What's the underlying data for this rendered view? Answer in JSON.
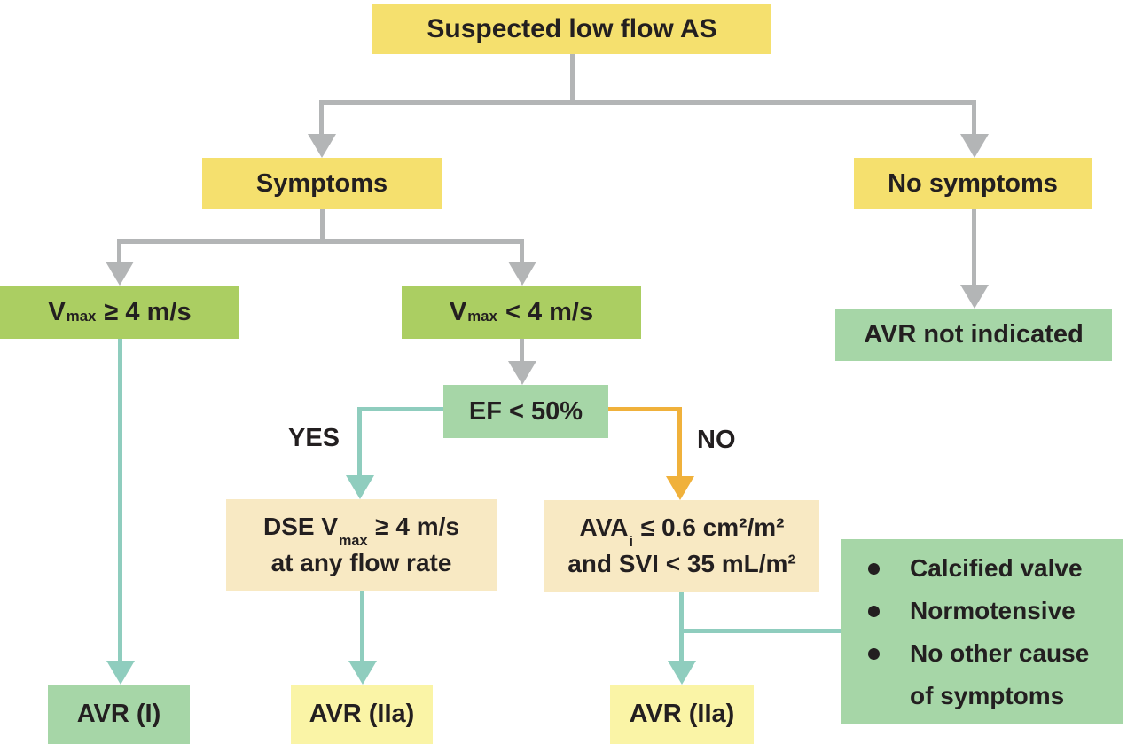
{
  "diagram_title": "Suspected low flow AS",
  "colors": {
    "yellow": "#F5E06E",
    "pale_yellow": "#FAF4A6",
    "green": "#ABCE62",
    "light_green": "#A6D6A7",
    "cream": "#F8E9C3",
    "gray_line": "#B3B5B6",
    "teal_line": "#8FCDBE",
    "orange_line": "#F0B13B",
    "ink": "#231F20"
  },
  "nodes": {
    "root": {
      "label": "Suspected low flow AS"
    },
    "symptoms": {
      "label": "Symptoms"
    },
    "no_symptoms": {
      "label": "No symptoms"
    },
    "avr_not_indicated": {
      "label": "AVR not indicated"
    },
    "vmax_high": {
      "pre": "V",
      "sub": "max",
      "post": " ≥ 4 m/s"
    },
    "vmax_low": {
      "pre": "V",
      "sub": "max",
      "post": " < 4 m/s"
    },
    "ef": {
      "label": "EF < 50%"
    },
    "dse": {
      "line1_pre": "DSE V",
      "line1_sub": "max",
      "line1_post": " ≥ 4 m/s",
      "line2": "at any flow rate"
    },
    "ava": {
      "line1_pre": "AVA",
      "line1_sub": "i",
      "line1_post": " ≤ 0.6 cm²/m²",
      "line2": "and SVI < 35 mL/m²"
    },
    "criteria": {
      "bullets": [
        "Calcified valve",
        "Normotensive",
        "No other cause of symptoms"
      ]
    },
    "avr_i": {
      "label": "AVR (I)"
    },
    "avr_iia_left": {
      "label": "AVR (IIa)"
    },
    "avr_iia_right": {
      "label": "AVR (IIa)"
    }
  },
  "edge_labels": {
    "yes": "YES",
    "no": "NO"
  }
}
